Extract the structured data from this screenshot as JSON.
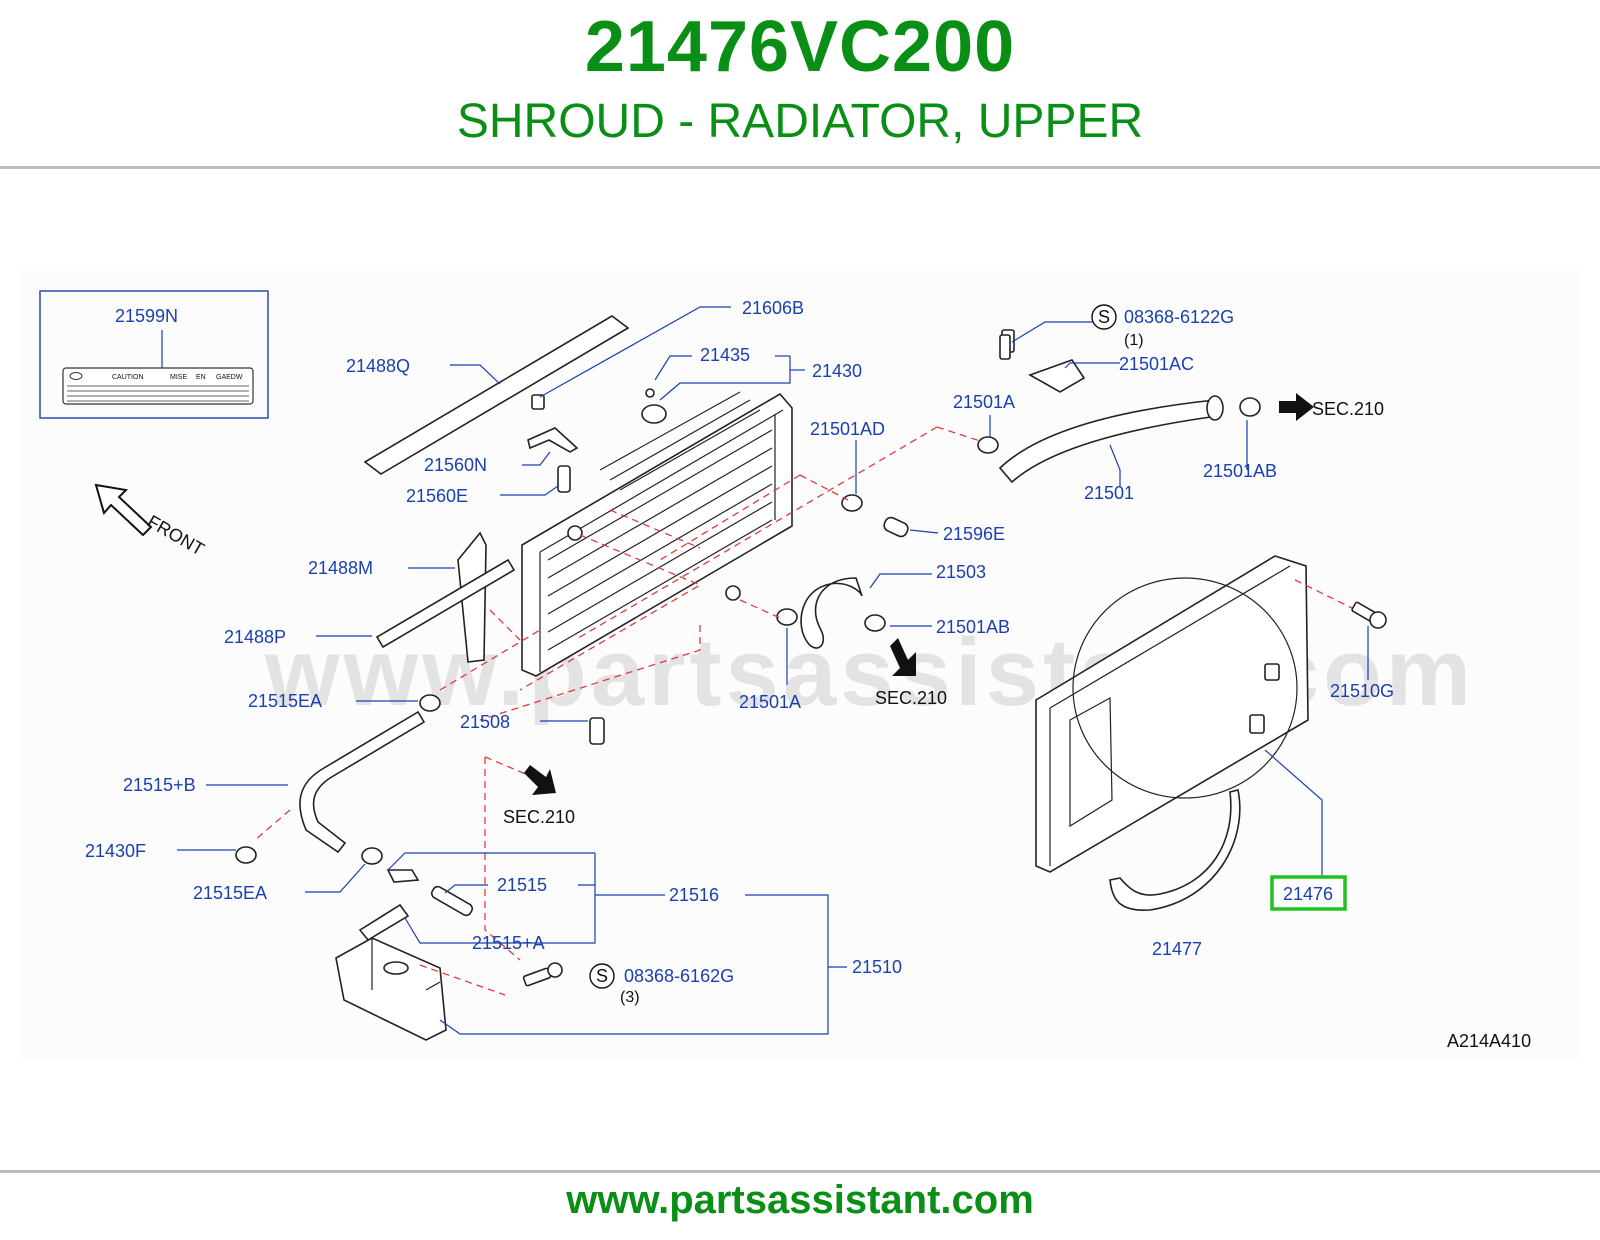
{
  "header": {
    "part_number": "21476VC200",
    "part_name": "SHROUD - RADIATOR, UPPER"
  },
  "footer": {
    "website": "www.partsassistant.com"
  },
  "watermark": "www.partsassistant.com",
  "diagram": {
    "code": "A214A410",
    "highlighted_part": "21476",
    "highlight_color": "#1fc21f",
    "label_color": "#1a3fb0",
    "title_color": "#0a8f16",
    "front_label": "FRONT",
    "section_ref": "SEC.210",
    "label_sticker": {
      "part": "21599N",
      "texts": [
        "CAUTION",
        "MISE",
        "EN",
        "GAEDW"
      ]
    },
    "standard_parts": [
      {
        "symbol": "S",
        "number": "08368-6122G",
        "qty": "(1)"
      },
      {
        "symbol": "S",
        "number": "08368-6162G",
        "qty": "(3)"
      }
    ],
    "callouts": [
      "21606B",
      "21488Q",
      "21435",
      "21430",
      "21560N",
      "21560E",
      "21488M",
      "21488P",
      "21515EA",
      "21508",
      "21515+B",
      "21430F",
      "21515EA",
      "21515",
      "21516",
      "21515+A",
      "21510",
      "21501AC",
      "21501A",
      "21501AD",
      "21501AB",
      "21501",
      "21596E",
      "21503",
      "21501AB",
      "21501A",
      "21510G",
      "21476",
      "21477"
    ]
  }
}
